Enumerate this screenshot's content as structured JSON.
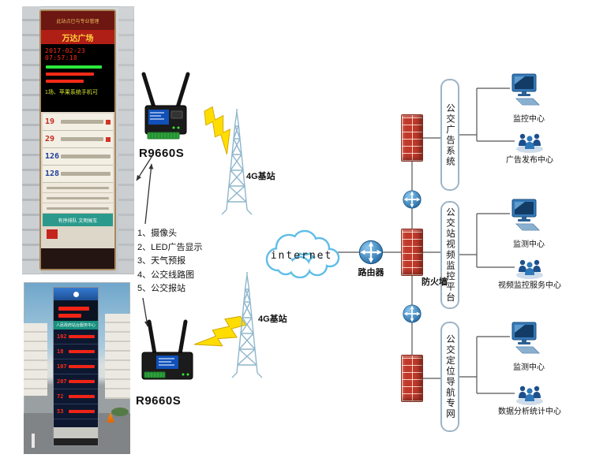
{
  "diagram": {
    "router1": {
      "label": "R9660S"
    },
    "router2": {
      "label": "R9660S"
    },
    "tower1": {
      "label": "4G基站"
    },
    "tower2": {
      "label": "4G基站"
    },
    "cloud": {
      "label": "internet"
    },
    "core_router": {
      "label": "路由器"
    },
    "firewall": {
      "label": "防火墙"
    },
    "features": {
      "items": [
        "1、摄像头",
        "2、LED广告显示",
        "3、天气预报",
        "4、公交线路图",
        "5、公交报站"
      ]
    },
    "networks": [
      {
        "name": "公交广告系统",
        "node1": "监控中心",
        "node2": "广告发布中心"
      },
      {
        "name": "公交站视频监控平台",
        "node1": "监测中心",
        "node2": "视频监控服务中心"
      },
      {
        "name": "公交定位导航专网",
        "node1": "监测中心",
        "node2": "数据分析统计中心"
      }
    ]
  },
  "photo1": {
    "sign_top": "此站点已与专业管理",
    "station_name": "万达广场",
    "led_datetime": "2017-02-23 07:57:18",
    "led_notice": "1场、苹果系统手机可",
    "footer_notice": "有序排队 文明候车",
    "routes": [
      "19",
      "29",
      "126",
      "128"
    ]
  },
  "photo2": {
    "banner": "人民政府站台服务中心",
    "routes": [
      "102",
      "18",
      "107",
      "207",
      "72",
      "53"
    ]
  },
  "colors": {
    "line": "#555555",
    "bolt": "#ffdd00",
    "cloud_stroke": "#5fbde8",
    "firewall_brick": "#c0392b",
    "icon_blue": "#2e77b8"
  }
}
